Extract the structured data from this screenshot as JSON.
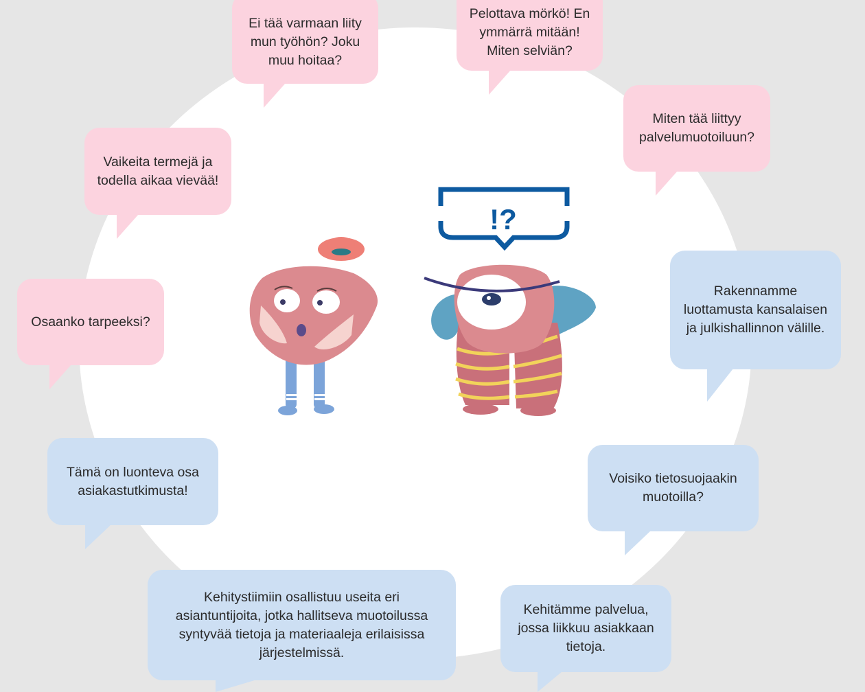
{
  "bubbles": {
    "b1": {
      "text": "Ei tää varmaan liity\nmun työhön? Joku\nmuu hoitaa?"
    },
    "b2": {
      "text": "Pelottava mörkö! En\nymmärrä mitään!\nMiten selviän?"
    },
    "b3": {
      "text": "Miten tää liittyy\npalvelumuotoiluun?"
    },
    "b4": {
      "text": "Vaikeita termejä ja\ntodella aikaa vievää!"
    },
    "b5": {
      "text": "Osaanko tarpeeksi?"
    },
    "b6": {
      "text": "Rakennamme\nluottamusta kansalaisen\nja julkishallinnon välille."
    },
    "b7": {
      "text": "Tämä on luonteva osa\nasiakastutkimusta!"
    },
    "b8": {
      "text": "Voisiko tietosuojaakin\nmuotoilla?"
    },
    "b9": {
      "text": "Kehitystiimiin osallistuu useita eri\nasiantuntijoita, jotka hallitseva muotoilussa\nsyntyvää tietoja ja materiaaleja erilaisissa\njärjestelmissä."
    },
    "b10": {
      "text": "Kehitämme palvelua,\njossa liikkuu asiakkaan\ntietoja."
    }
  },
  "monster_speech": {
    "text": "!?"
  },
  "colors": {
    "pink_bubble": "#fcd3df",
    "blue_bubble": "#cddff3",
    "monster_body": "#d98a8f",
    "speech_outline": "#0d5aa0"
  }
}
